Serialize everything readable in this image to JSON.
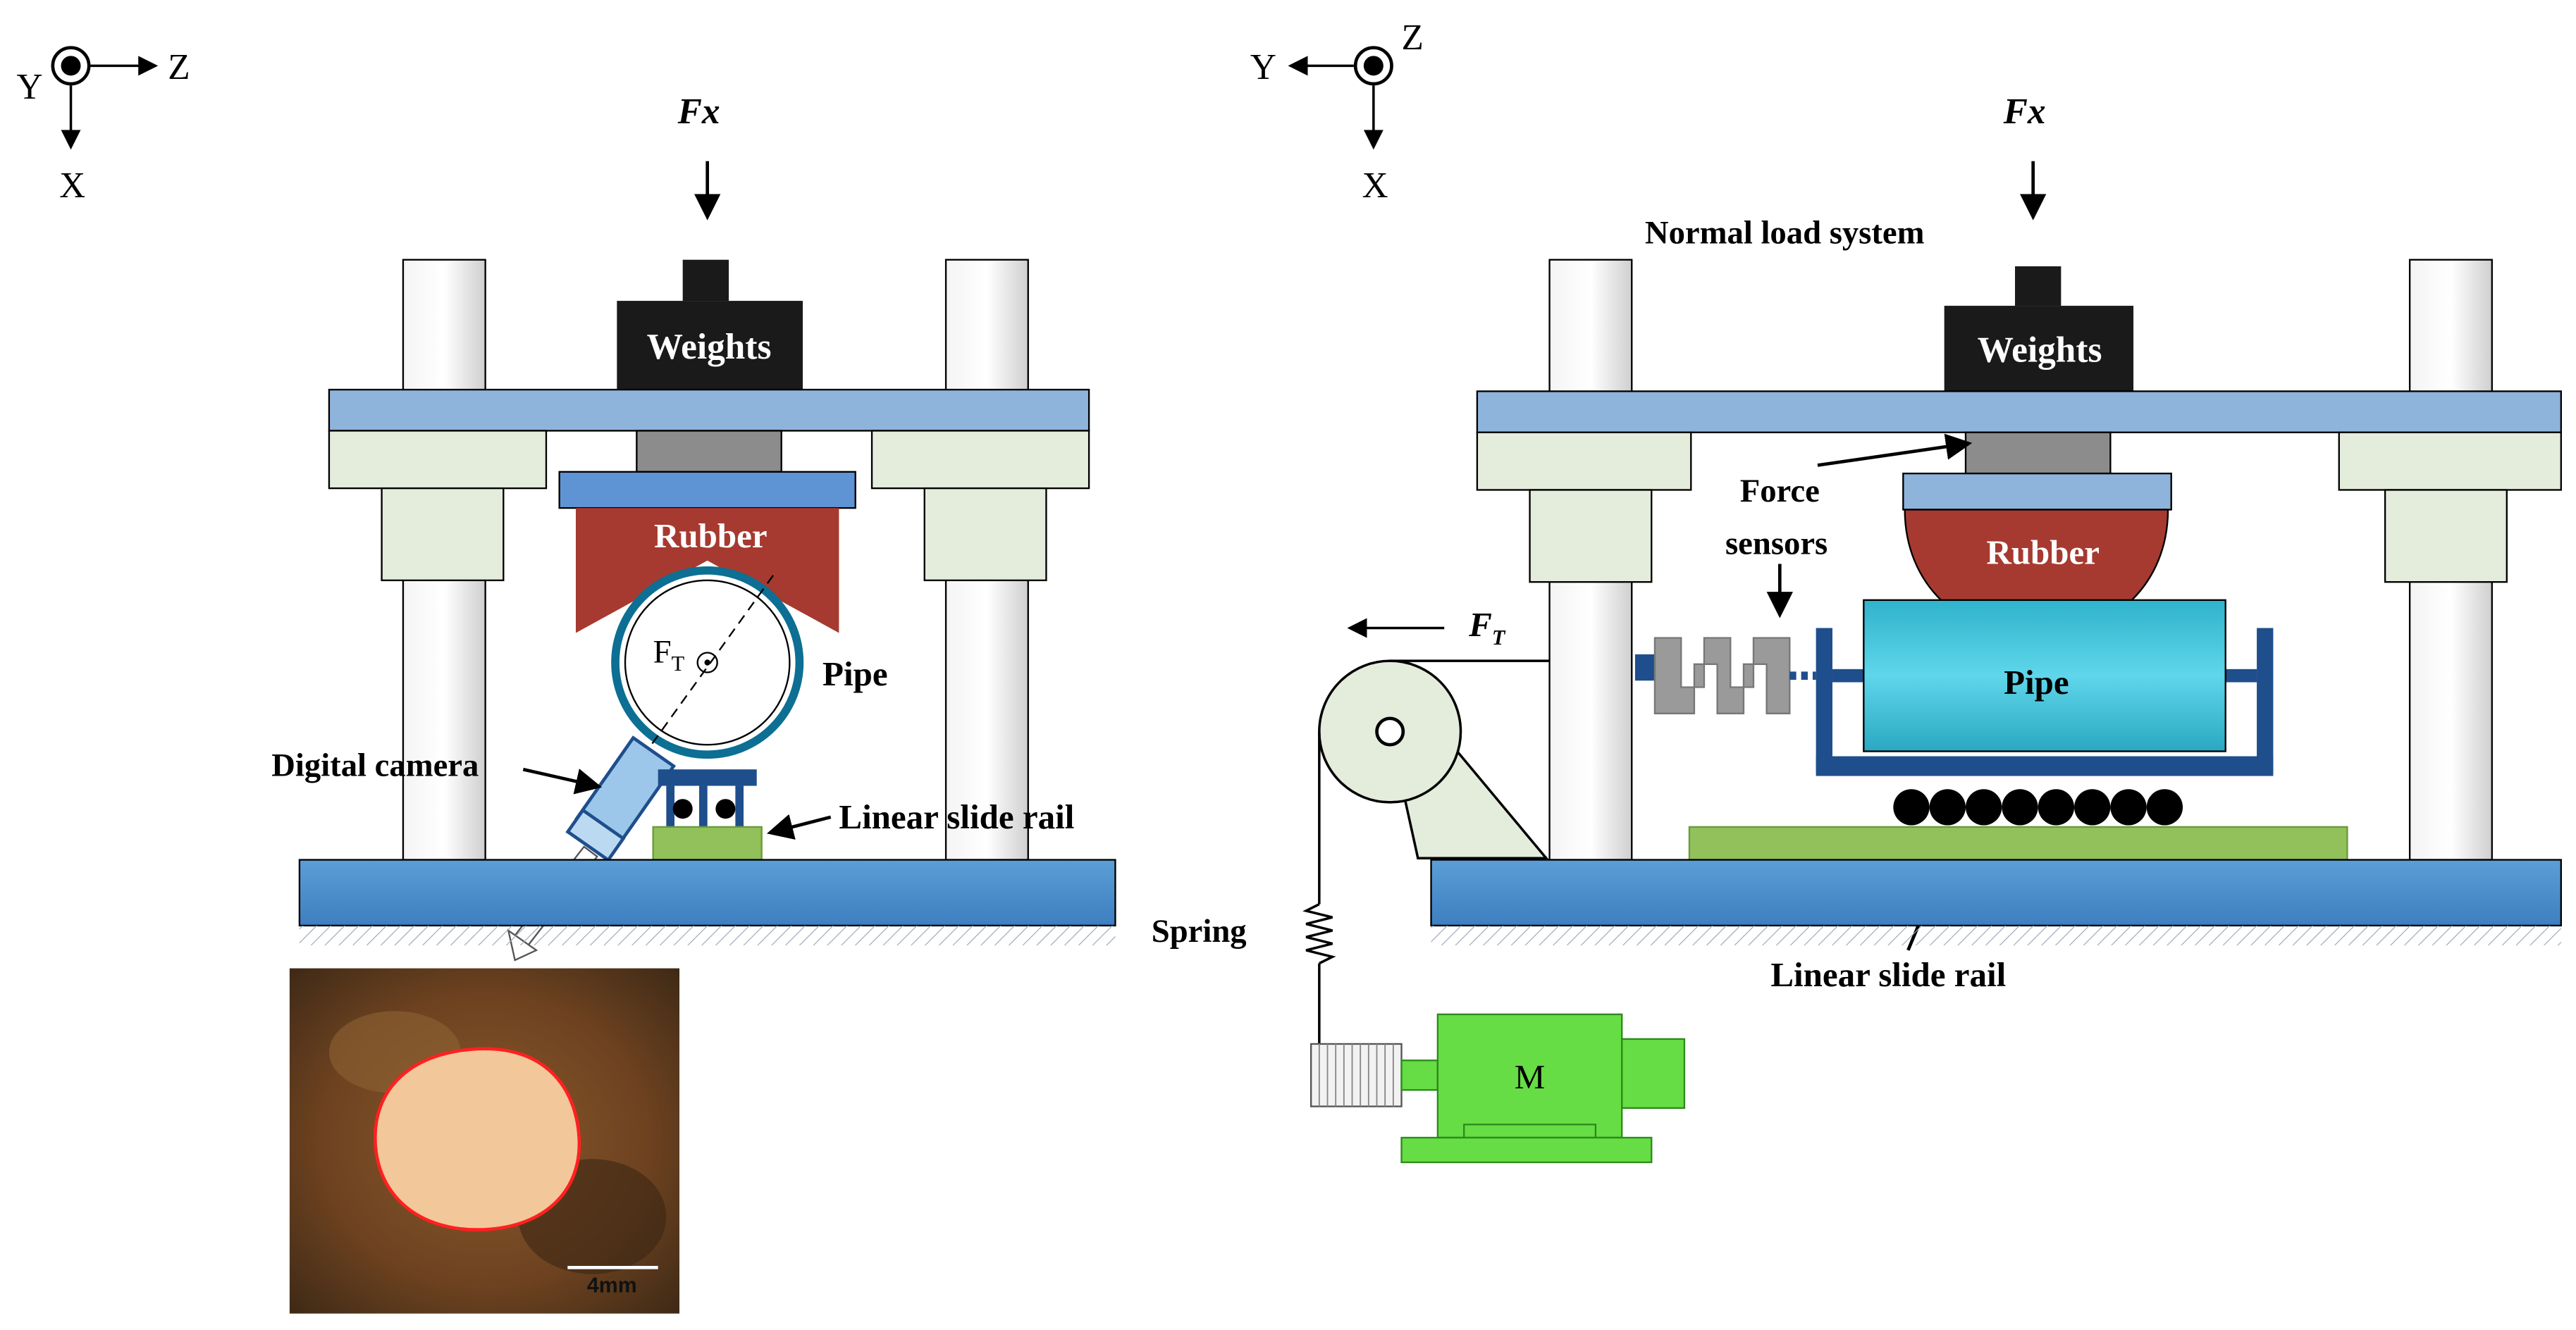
{
  "left_diagram": {
    "axes": {
      "y": "Y",
      "z": "Z",
      "x": "X"
    },
    "force_label": "Fx",
    "weights_label": "Weights",
    "rubber_label": "Rubber",
    "pipe_label": "Pipe",
    "ft_label": "F",
    "ft_sub": "T",
    "camera_label": "Digital camera",
    "rail_label": "Linear slide rail",
    "scale_label": "4mm"
  },
  "right_diagram": {
    "axes": {
      "y": "Y",
      "z": "Z",
      "x": "X"
    },
    "force_label": "Fx",
    "normal_load_label": "Normal load system",
    "weights_label": "Weights",
    "force_sensors_label_1": "Force",
    "force_sensors_label_2": "sensors",
    "rubber_label": "Rubber",
    "pipe_label": "Pipe",
    "ft_label": "F",
    "ft_sub": "T",
    "spring_label": "Spring",
    "rail_label": "Linear slide rail",
    "motor_label": "M"
  },
  "colors": {
    "plate_blue": "#8fb4dc",
    "base_blue": "#5b9bd5",
    "rubber_red": "#a63a30",
    "pipe_cyan": "#3cc0d8",
    "rail_green": "#92c05a",
    "motor_green": "#66dd44",
    "frame_navy": "#1f4e8c",
    "sensor_gray": "#9a9a9a",
    "weights_black": "#1a1a1a",
    "bushing_green": "#e4ecdc"
  }
}
